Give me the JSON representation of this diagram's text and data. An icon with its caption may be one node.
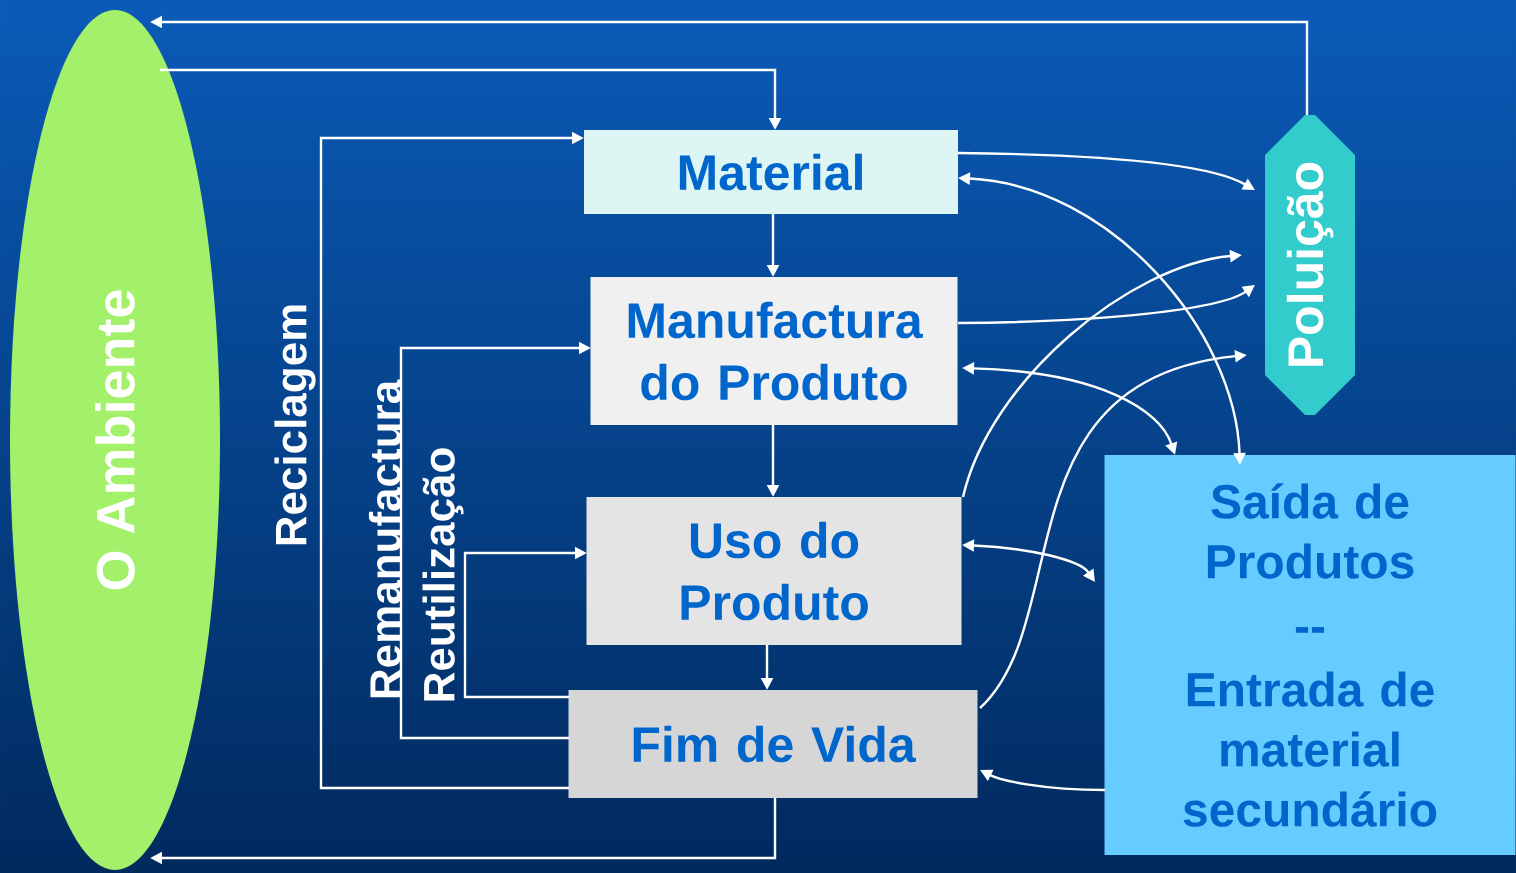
{
  "diagram": {
    "nodes": [
      {
        "text": [
          "O Ambiente"
        ]
      },
      {
        "text": [
          "Material"
        ]
      },
      {
        "text": [
          "Manufactura do Produto"
        ]
      },
      {
        "text": [
          "Uso do Produto"
        ]
      },
      {
        "text": [
          "Fim de Vida"
        ]
      },
      {
        "text": [
          "Poluição"
        ]
      },
      {
        "text": [
          "Saída de Produtos",
          "--",
          "Entrada de material secundário"
        ]
      }
    ],
    "edges": [
      {
        "from": 5,
        "to": 0,
        "arrow": "to"
      },
      {
        "from": 0,
        "to": 1,
        "arrow": "to"
      },
      {
        "from": 1,
        "to": 2,
        "arrow": "to"
      },
      {
        "from": 2,
        "to": 3,
        "arrow": "to"
      },
      {
        "from": 3,
        "to": 4,
        "arrow": "to"
      },
      {
        "from": 4,
        "to": 0,
        "arrow": "to"
      },
      {
        "from": 4,
        "to": 1,
        "arrow": "to",
        "label": "Reciclagem"
      },
      {
        "from": 4,
        "to": 2,
        "arrow": "to",
        "label": "Remanufactura"
      },
      {
        "from": 4,
        "to": 3,
        "arrow": "to",
        "label": "Reutilização"
      },
      {
        "from": 1,
        "to": 5,
        "arrow": "to"
      },
      {
        "from": 1,
        "to": 6,
        "arrow": "both"
      },
      {
        "from": 2,
        "to": 5,
        "arrow": "to"
      },
      {
        "from": 2,
        "to": 6,
        "arrow": "both"
      },
      {
        "from": 3,
        "to": 5,
        "arrow": "to"
      },
      {
        "from": 3,
        "to": 6,
        "arrow": "both"
      },
      {
        "from": 4,
        "to": 5,
        "arrow": "to"
      },
      {
        "from": 6,
        "to": 4,
        "arrow": "to"
      }
    ]
  }
}
